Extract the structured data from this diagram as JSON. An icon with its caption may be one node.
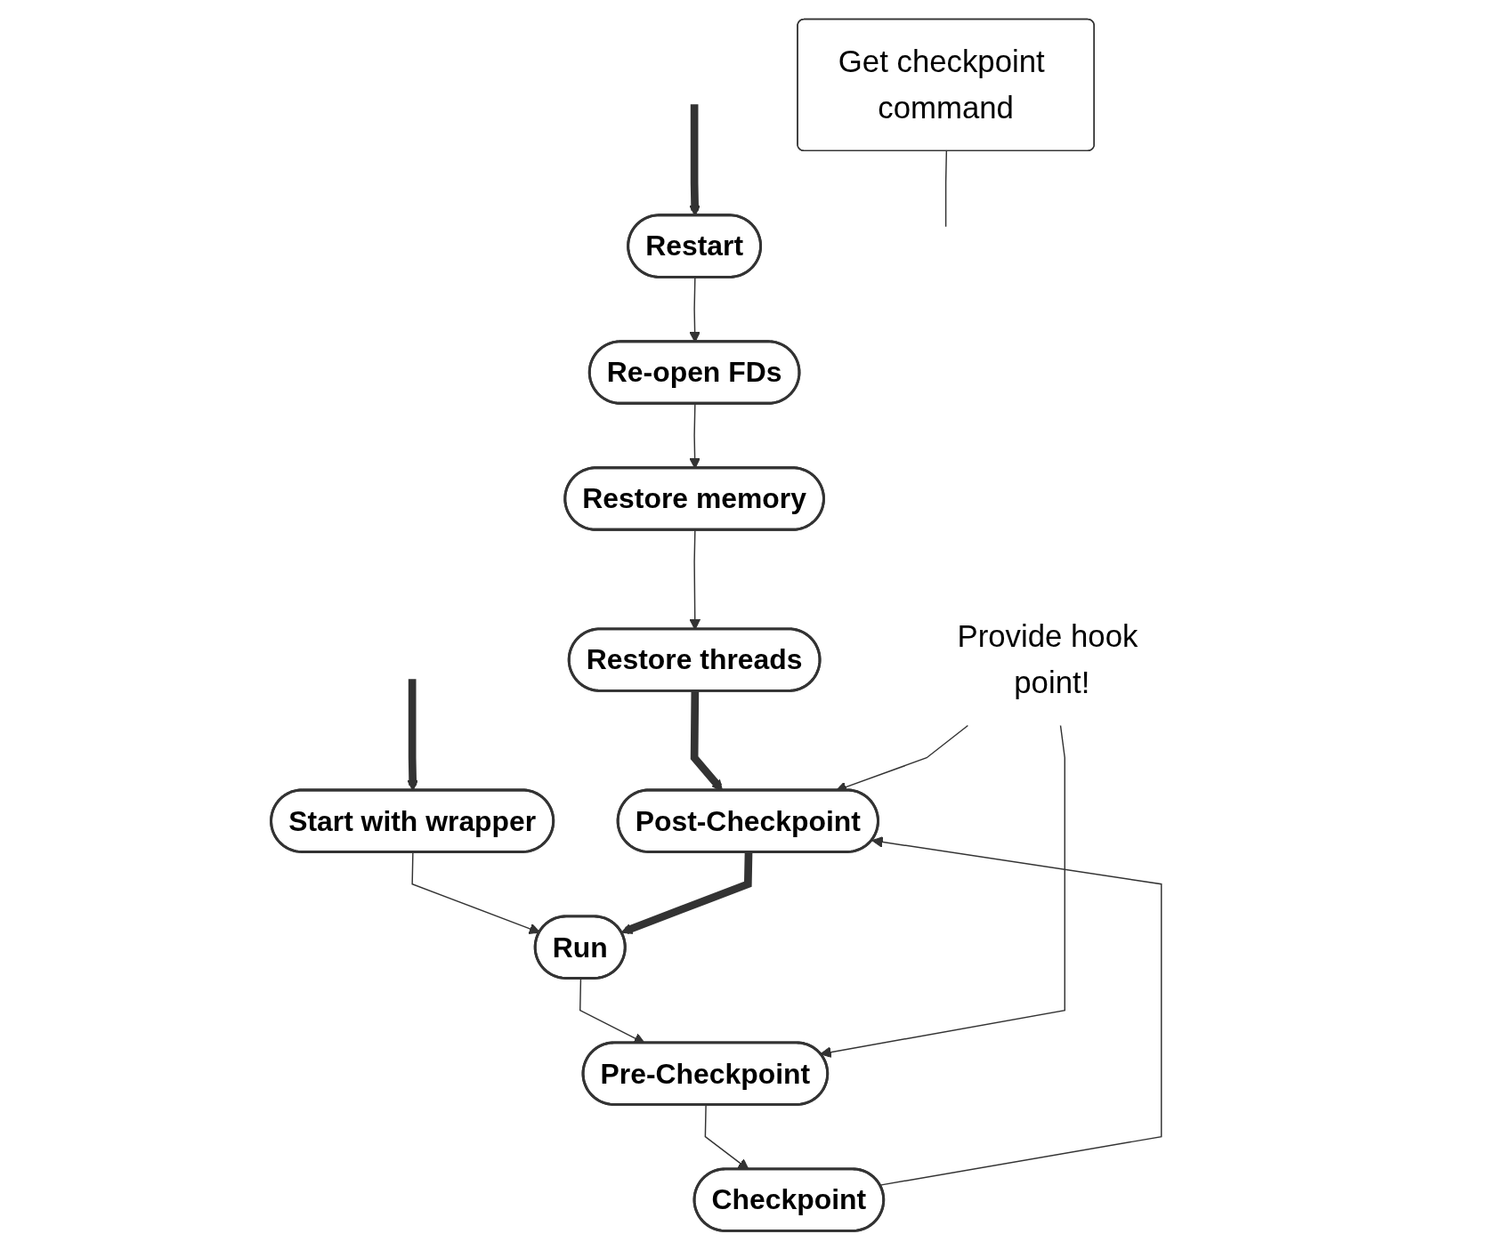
{
  "diagram": {
    "nodes": [
      {
        "text": [
          "Restart"
        ]
      },
      {
        "text": [
          "Re-open FDs"
        ]
      },
      {
        "text": [
          "Restore memory"
        ]
      },
      {
        "text": [
          "Restore threads"
        ]
      },
      {
        "text": [
          "Start with wrapper"
        ]
      },
      {
        "text": [
          "Run"
        ]
      },
      {
        "text": [
          "Pre-Checkpoint"
        ]
      },
      {
        "text": [
          "Checkpoint"
        ]
      },
      {
        "text": [
          "Post-Checkpoint"
        ]
      },
      {
        "text": [
          "Get checkpoint command"
        ]
      },
      {
        "text": [
          "Provide hook point!"
        ]
      }
    ],
    "edges": [
      {
        "from": null,
        "to": 0,
        "arrow": "to",
        "style": "thick"
      },
      {
        "from": 0,
        "to": 1,
        "arrow": "to"
      },
      {
        "from": 1,
        "to": 2,
        "arrow": "to"
      },
      {
        "from": 2,
        "to": 3,
        "arrow": "to"
      },
      {
        "from": 3,
        "to": 8,
        "arrow": "to",
        "style": "thick"
      },
      {
        "from": null,
        "to": 4,
        "arrow": "to",
        "style": "thick"
      },
      {
        "from": 4,
        "to": 5,
        "arrow": "to"
      },
      {
        "from": 5,
        "to": 6,
        "arrow": "to"
      },
      {
        "from": 6,
        "to": 7,
        "arrow": "to"
      },
      {
        "from": 7,
        "to": 8,
        "arrow": "to"
      },
      {
        "from": 8,
        "to": 5,
        "arrow": "to",
        "style": "thick"
      },
      {
        "from": 9,
        "to": null,
        "arrow": "none"
      },
      {
        "from": 10,
        "to": 6,
        "arrow": "to"
      },
      {
        "from": 10,
        "to": 8,
        "arrow": "to"
      }
    ]
  }
}
